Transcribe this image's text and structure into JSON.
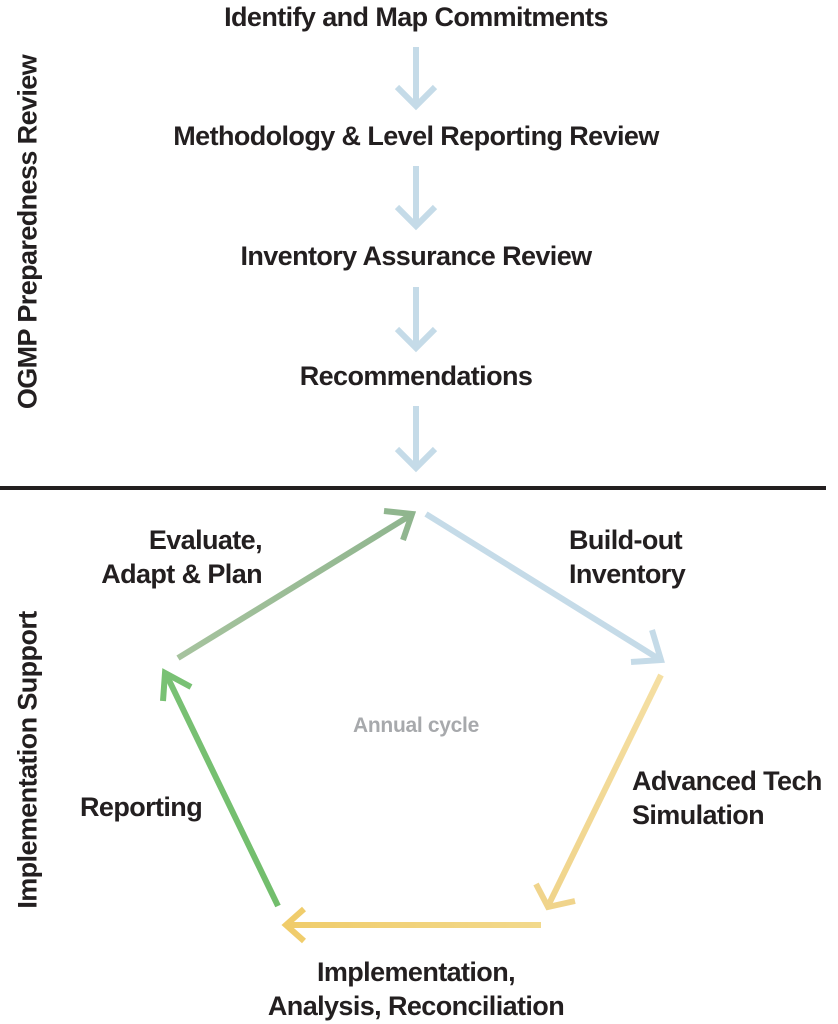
{
  "section_top": {
    "label": "OGMP Preparedness Review",
    "steps": [
      "Identify and Map Commitments",
      "Methodology & Level Reporting Review",
      "Inventory Assurance Review",
      "Recommendations"
    ]
  },
  "section_bottom": {
    "label": "Implementation Support",
    "cycle_center": "Annual cycle",
    "cycle_steps": {
      "build_out": [
        "Build-out",
        "Inventory"
      ],
      "advanced_tech": [
        "Advanced Tech",
        "Simulation"
      ],
      "implementation": [
        "Implementation,",
        "Analysis, Reconciliation"
      ],
      "reporting": [
        "Reporting"
      ],
      "evaluate": [
        "Evaluate,",
        "Adapt & Plan"
      ]
    }
  },
  "colors": {
    "text": "#231f20",
    "muted": "#a7a9ac",
    "divider": "#231f20",
    "arrow_blue": "#c5dbe8",
    "arrow_yellow_light": "#f2dfa0",
    "arrow_yellow": "#f2cf6a",
    "arrow_green": "#6fbf6a",
    "arrow_green_gray": "#9bb89a"
  }
}
